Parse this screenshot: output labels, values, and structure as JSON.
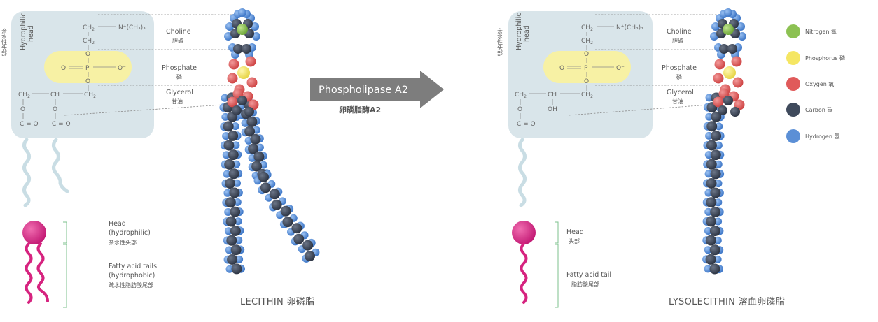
{
  "left": {
    "head_region_label": "Hydrophilic head",
    "head_region_label_line1": "Hydrophilic",
    "head_region_label_line2": "head",
    "head_region_label_cn": "亲水性头部",
    "labels": {
      "choline": "Choline",
      "choline_cn": "胆碱",
      "phosphate": "Phosphate",
      "phosphate_cn": "磷",
      "glycerol": "Glycerol",
      "glycerol_cn": "甘油"
    },
    "legend": {
      "head": "Head",
      "head_sub": "(hydrophilic)",
      "head_cn": "亲水性头部",
      "tails": "Fatty acid tails",
      "tails_sub": "(hydrophobic)",
      "tails_cn": "疏水性脂肪酸尾部"
    },
    "title": "LECITHIN 卵磷脂"
  },
  "arrow": {
    "label": "Phospholipase A2",
    "label_cn": "卵磷脂酶A2"
  },
  "right": {
    "head_region_label_line1": "Hydrophilic",
    "head_region_label_line2": "head",
    "head_region_label_cn": "亲水性头部",
    "labels": {
      "choline": "Choline",
      "choline_cn": "胆碱",
      "phosphate": "Phosphate",
      "phosphate_cn": "磷",
      "glycerol": "Glycerol",
      "glycerol_cn": "甘油"
    },
    "legend": {
      "head": "Head",
      "head_cn": "头部",
      "tail": "Fatty acid tail",
      "tail_cn": "脂肪酸尾部"
    },
    "title": "LYSOLECITHIN 溶血卵磷脂"
  },
  "atoms_legend": [
    {
      "label": "Nitrogen 氮",
      "color": "#8cc152"
    },
    {
      "label": "Phosphorus 磷",
      "color": "#f5e663"
    },
    {
      "label": "Oxygen 氧",
      "color": "#e05a5a"
    },
    {
      "label": "Carbon 碳",
      "color": "#3f4a5c"
    },
    {
      "label": "Hydrogen 氢",
      "color": "#5b8fd6"
    }
  ],
  "formula": {
    "ch2": "CH",
    "sub2": "2",
    "n_group": "N⁺(CH₃)₃",
    "o": "O",
    "p": "P",
    "o_minus": "O⁻",
    "ch": "CH",
    "c_eq_o": "C = O",
    "oh": "OH"
  },
  "colors": {
    "head_box": "#d9e5ea",
    "phosphate_highlight": "#f7f1a4",
    "magenta": "#d6237f",
    "tail_gray": "#c9dde4",
    "arrow": "#7d7d7d"
  }
}
